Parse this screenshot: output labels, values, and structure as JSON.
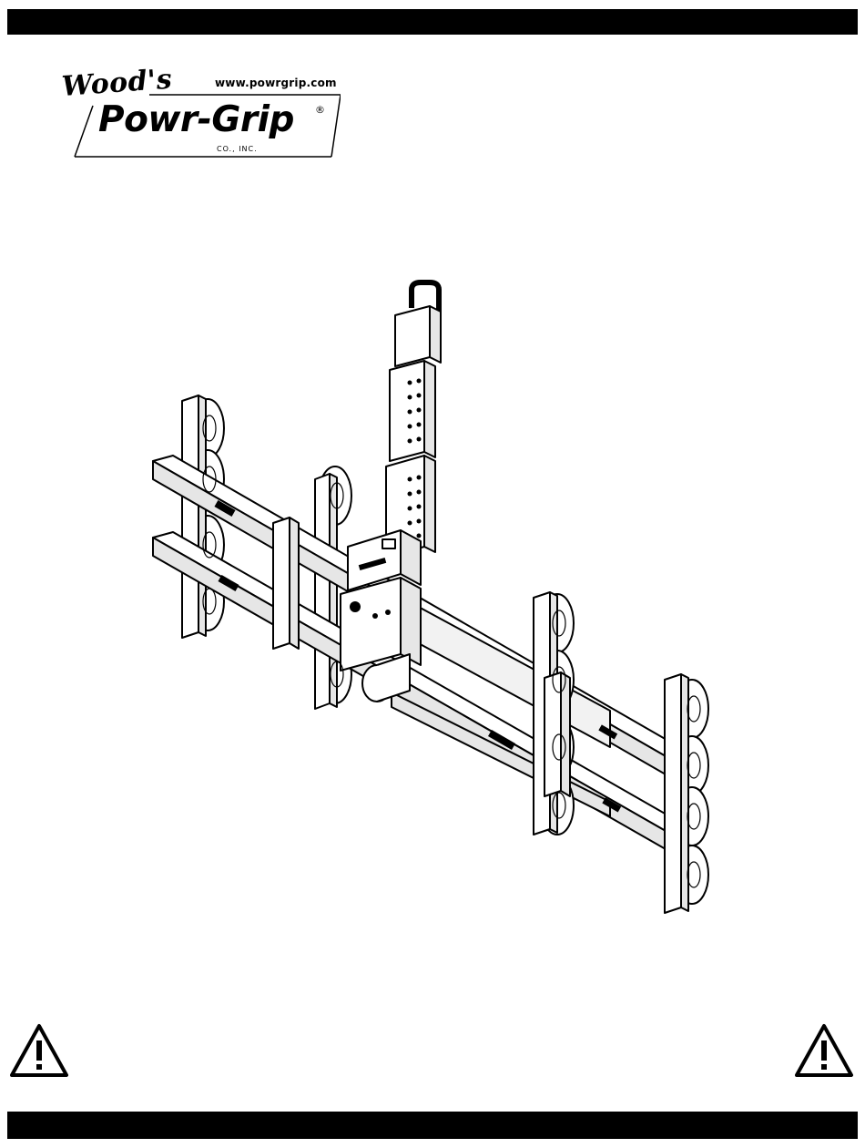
{
  "header_bar": {},
  "logo": {
    "script": "Wood's",
    "url": "www.powrgrip.com",
    "brand": "Powr-Grip",
    "registered": "®",
    "company": "CO., INC."
  },
  "illustration": {
    "icon": "vacuum-lifter-illustration"
  },
  "warnings": {
    "icon": "warning-triangle-icon"
  },
  "colors": {
    "ink": "#000000",
    "paper": "#ffffff",
    "shade": "#e6e6e6"
  }
}
